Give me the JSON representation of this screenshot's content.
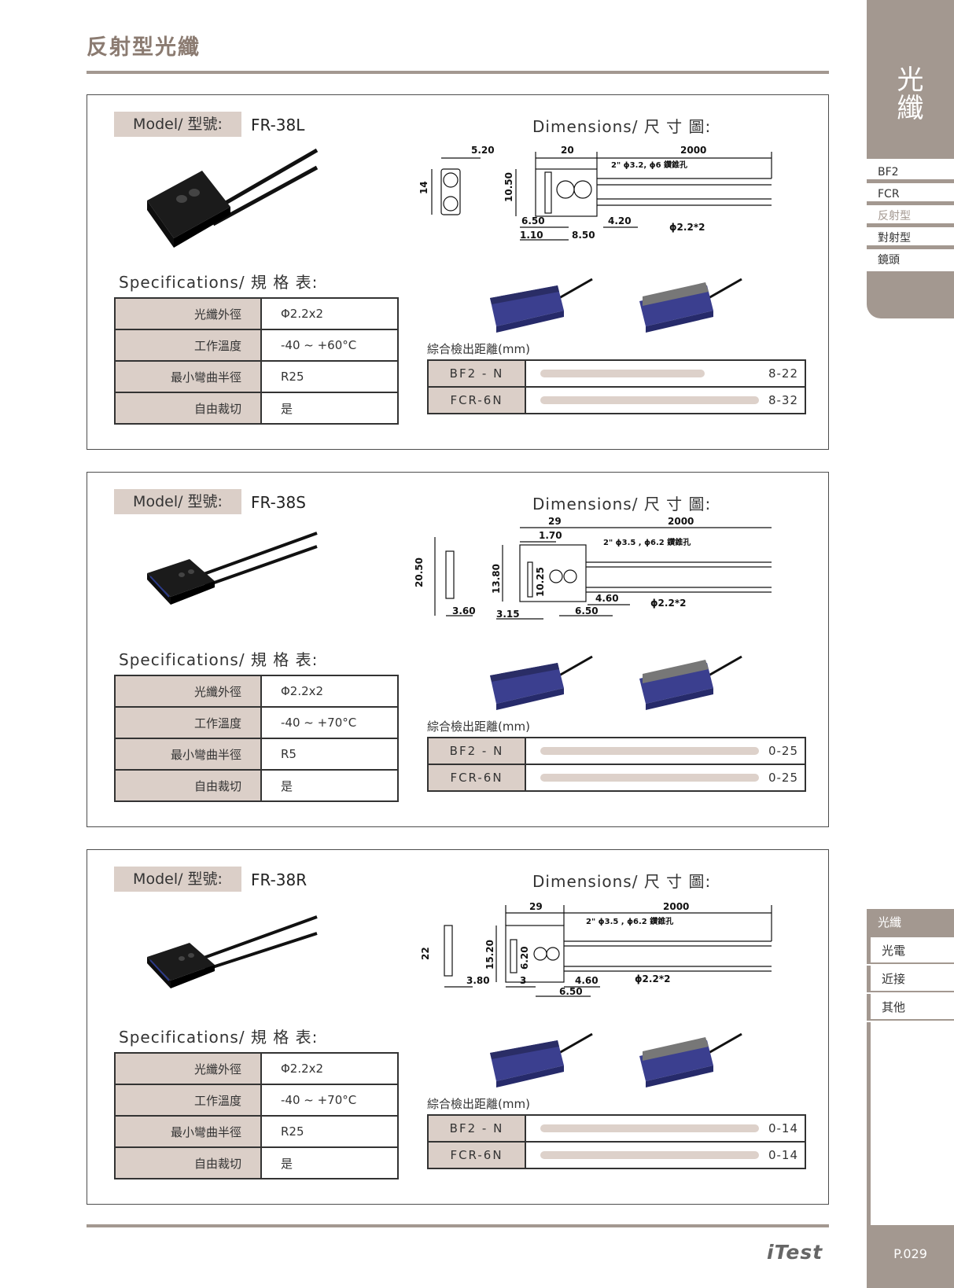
{
  "page": {
    "title": "反射型光纖",
    "brand": "iTest",
    "page_number": "P.029"
  },
  "sidebar": {
    "category": "光\n纖",
    "items": [
      {
        "label": "BF2",
        "active": false
      },
      {
        "label": "FCR",
        "active": false
      },
      {
        "label": "反射型",
        "active": true
      },
      {
        "label": "對射型",
        "active": false
      },
      {
        "label": "鏡頭",
        "active": false
      }
    ],
    "nav": [
      {
        "label": "光纖",
        "selected": true
      },
      {
        "label": "光電",
        "selected": false
      },
      {
        "label": "近接",
        "selected": false
      },
      {
        "label": "其他",
        "selected": false
      }
    ]
  },
  "labels": {
    "model": "Model/ 型號:",
    "dimensions": "Dimensions/ 尺 寸 圖:",
    "specifications": "Specifications/ 規 格 表:",
    "detection_range": "綜合檢出距離(mm)"
  },
  "products": [
    {
      "model": "FR-38L",
      "specs": [
        {
          "key": "光纖外徑",
          "value": "Φ2.2x2"
        },
        {
          "key": "工作溫度",
          "value": "-40 ~ +60°C"
        },
        {
          "key": "最小彎曲半徑",
          "value": "R25"
        },
        {
          "key": "自由裁切",
          "value": "是"
        }
      ],
      "ranges": [
        {
          "amplifier": "BF2 - N",
          "value": "8-22",
          "fraction": 0.75
        },
        {
          "amplifier": "FCR-6N",
          "value": "8-32",
          "fraction": 1.0
        }
      ],
      "dims": {
        "l1": "5.20",
        "l2": "14",
        "l3": "20",
        "l4": "2000",
        "note": "2\" ϕ3.2, ϕ6 鑽錐孔",
        "l5": "10.50",
        "l6": "6.50",
        "l7": "4.20",
        "l8": "1.10",
        "l9": "8.50",
        "dia": "ϕ2.2*2"
      }
    },
    {
      "model": "FR-38S",
      "specs": [
        {
          "key": "光纖外徑",
          "value": "Φ2.2x2"
        },
        {
          "key": "工作溫度",
          "value": "-40 ~ +70°C"
        },
        {
          "key": "最小彎曲半徑",
          "value": "R5"
        },
        {
          "key": "自由裁切",
          "value": "是"
        }
      ],
      "ranges": [
        {
          "amplifier": "BF2 - N",
          "value": "0-25",
          "fraction": 1.0
        },
        {
          "amplifier": "FCR-6N",
          "value": "0-25",
          "fraction": 1.0
        }
      ],
      "dims": {
        "l1": "20.50",
        "l2": "3.60",
        "l3": "29",
        "l4": "2000",
        "note": "2\" ϕ3.5 , ϕ6.2 鑽錐孔",
        "l5": "1.70",
        "l6": "13.80",
        "l7": "10.25",
        "l8": "4.60",
        "l9": "3.15",
        "l10": "6.50",
        "dia": "ϕ2.2*2"
      }
    },
    {
      "model": "FR-38R",
      "specs": [
        {
          "key": "光纖外徑",
          "value": "Φ2.2x2"
        },
        {
          "key": "工作溫度",
          "value": "-40 ~ +70°C"
        },
        {
          "key": "最小彎曲半徑",
          "value": "R25"
        },
        {
          "key": "自由裁切",
          "value": "是"
        }
      ],
      "ranges": [
        {
          "amplifier": "BF2 - N",
          "value": "0-14",
          "fraction": 1.0
        },
        {
          "amplifier": "FCR-6N",
          "value": "0-14",
          "fraction": 1.0
        }
      ],
      "dims": {
        "l1": "22",
        "l2": "3.80",
        "l3": "29",
        "l4": "2000",
        "note": "2\" ϕ3.5 , ϕ6.2 鑽錐孔",
        "l5": "15.20",
        "l6": "6.20",
        "l7": "3",
        "l8": "4.60",
        "l9": "6.50",
        "dia": "ϕ2.2*2"
      }
    }
  ]
}
